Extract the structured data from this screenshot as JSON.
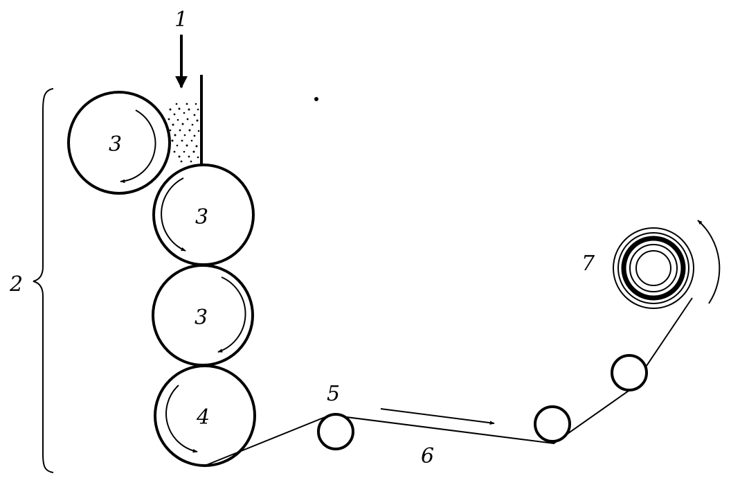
{
  "labels": {
    "feed": "1",
    "stack": "2",
    "calender_roll_1": "3",
    "calender_roll_2": "3",
    "calender_roll_3": "3",
    "cooling_roll": "4",
    "guide_roller": "5",
    "film": "6",
    "winding_reel": "7"
  },
  "colors": {
    "ink": "#000000",
    "paper": "#ffffff"
  }
}
